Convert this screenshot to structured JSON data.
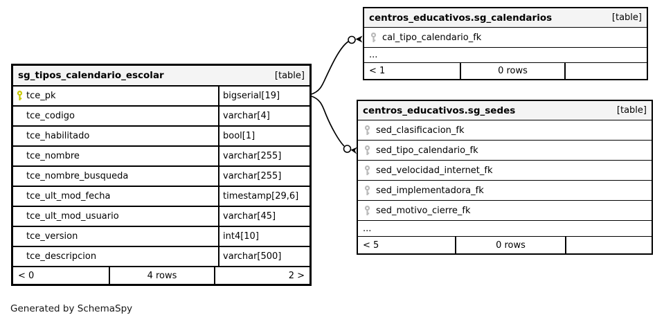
{
  "credit": "Generated by SchemaSpy",
  "colors": {
    "primary_key": "#c9c900",
    "foreign_key": "#b9b9b9",
    "header_bg": "#f4f4f4",
    "border": "#000000"
  },
  "main_table": {
    "title": "sg_tipos_calendario_escolar",
    "badge": "[table]",
    "columns": [
      {
        "name": "tce_pk",
        "type": "bigserial[19]",
        "key": "primary"
      },
      {
        "name": "tce_codigo",
        "type": "varchar[4]"
      },
      {
        "name": "tce_habilitado",
        "type": "bool[1]"
      },
      {
        "name": "tce_nombre",
        "type": "varchar[255]"
      },
      {
        "name": "tce_nombre_busqueda",
        "type": "varchar[255]"
      },
      {
        "name": "tce_ult_mod_fecha",
        "type": "timestamp[29,6]"
      },
      {
        "name": "tce_ult_mod_usuario",
        "type": "varchar[45]"
      },
      {
        "name": "tce_version",
        "type": "int4[10]"
      },
      {
        "name": "tce_descripcion",
        "type": "varchar[500]"
      }
    ],
    "footer": {
      "left": "< 0",
      "center": "4 rows",
      "right": "2 >"
    }
  },
  "calendarios_table": {
    "title": "centros_educativos.sg_calendarios",
    "badge": "[table]",
    "columns": [
      {
        "name": "cal_tipo_calendario_fk",
        "key": "foreign"
      }
    ],
    "more_indicator": "...",
    "footer": {
      "left": "< 1",
      "center": "0 rows",
      "right": ""
    }
  },
  "sedes_table": {
    "title": "centros_educativos.sg_sedes",
    "badge": "[table]",
    "columns": [
      {
        "name": "sed_clasificacion_fk",
        "key": "foreign"
      },
      {
        "name": "sed_tipo_calendario_fk",
        "key": "foreign"
      },
      {
        "name": "sed_velocidad_internet_fk",
        "key": "foreign"
      },
      {
        "name": "sed_implementadora_fk",
        "key": "foreign"
      },
      {
        "name": "sed_motivo_cierre_fk",
        "key": "foreign"
      }
    ],
    "more_indicator": "...",
    "footer": {
      "left": "< 5",
      "center": "0 rows",
      "right": ""
    }
  }
}
